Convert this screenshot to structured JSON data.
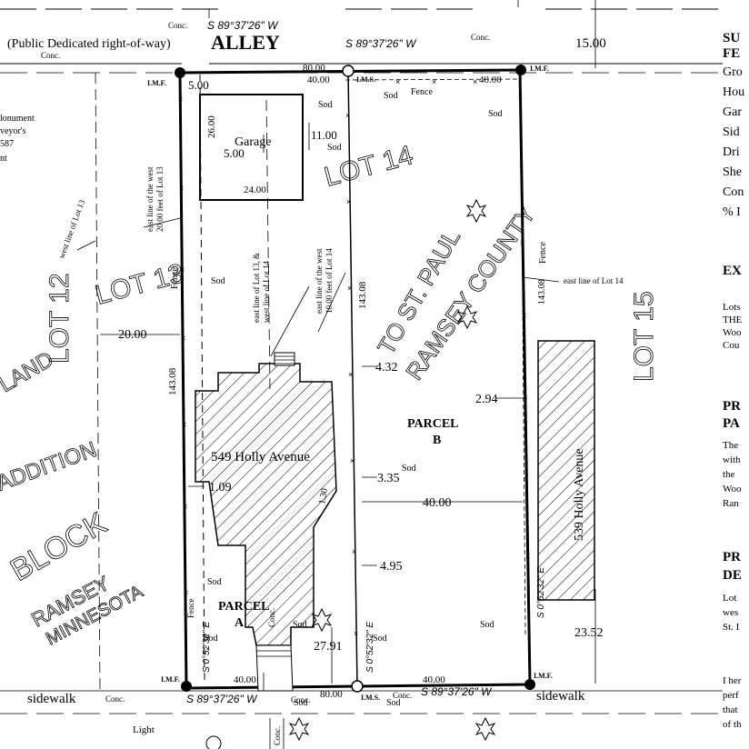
{
  "alley": {
    "public_label": "(Public Dedicated right-of-way)",
    "title": "ALLEY",
    "conc": "Conc.",
    "bearing": "S 89°37'26\" W",
    "width": "15.00"
  },
  "monuments": {
    "imf": "I.M.F.",
    "ims": "I.M.S."
  },
  "dimensions": {
    "top_5": "5.00",
    "top_80": "80.00",
    "top_40": "40.00",
    "top_40b": "40.00",
    "garage_26": "26.00",
    "garage_5": "5.00",
    "garage_24": "24.00",
    "d_11": "11.00",
    "lot_depth": "143.08",
    "d_20": "20.00",
    "d_432": "4.32",
    "d_294": "2.94",
    "d_109": "1.09",
    "d_335": "3.35",
    "d_130": "1.30",
    "d_40": "40.00",
    "d_495": "4.95",
    "d_2791": "27.91",
    "d_2352": "23.52",
    "bottom_40": "40.00",
    "bottom_80": "80.00",
    "bottom_40b": "40.00",
    "bearing_s": "S 0°52'32\" E"
  },
  "labels": {
    "garage": "Garage",
    "sod": "Sod",
    "fence": "Fence",
    "conc": "Conc.",
    "parcel_a_1": "PARCEL",
    "parcel_a_2": "A",
    "parcel_b_1": "PARCEL",
    "parcel_b_2": "B",
    "house_549": "549 Holly Avenue",
    "house_539": "539 Holly Avenue",
    "sidewalk": "sidewalk",
    "light": "Light",
    "east_line_west_14": "east line of the west",
    "east_line_west_14b": "20.00 feet of Lot 13",
    "east13_west14_a": "east line of Lot 13, &",
    "east13_west14_b": "west line of Lot 14",
    "east_line_west10_a": "east line of the west",
    "east_line_west10_b": "10.00 feet of Lot 14",
    "west_line_13": "west line of Lot 13",
    "east_line_14": "east line of Lot 14",
    "monument_1": "lonument",
    "monument_2": "veyor's",
    "monument_3": "587",
    "monument_4": "nt"
  },
  "lots": {
    "lot12": "LOT 12",
    "lot13": "LOT 13",
    "lot14": "LOT 14",
    "lot15": "LOT 15"
  },
  "plat_text": {
    "st_paul": "TO ST. PAUL",
    "county": "RAMSEY COUNTY",
    "addition": "ADDITION",
    "land": "LAND",
    "block": "BLOCK",
    "ramsey": "RAMSEY",
    "minnesota": "MINNESOTA"
  },
  "sidebar": {
    "su": "SU",
    "fe": "FE",
    "gro": "Gro",
    "hou": "Hou",
    "gar": "Gar",
    "sid": "Sid",
    "dri": "Dri",
    "she": "She",
    "con": "Con",
    "pct": "% I",
    "ex": "EX",
    "lots": "Lots",
    "the": "THE",
    "woo": "Woo",
    "cou": "Cou",
    "pr1": "PR",
    "pa": "PA",
    "the2": "The",
    "wit": "with",
    "the3": "the",
    "woo2": "Woo",
    "ran": "Ran",
    "pr2": "PR",
    "de": "DE",
    "lot": "Lot",
    "wes": "wes",
    "stl": "St. I",
    "ih": "I her",
    "perf": "perf",
    "that": "that",
    "ofth": "of th"
  }
}
